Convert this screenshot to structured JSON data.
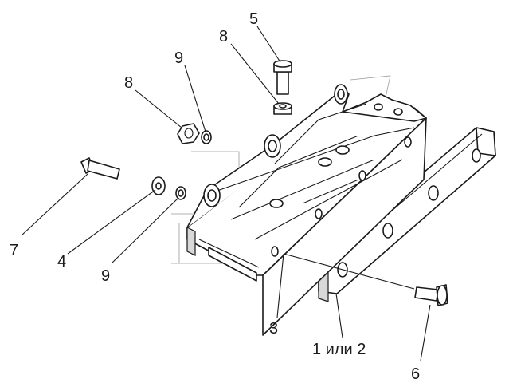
{
  "labels": {
    "l5": "5",
    "l8a": "8",
    "l9a": "9",
    "l8b": "8",
    "l7": "7",
    "l4": "4",
    "l9b": "9",
    "l3": "3",
    "l1": "1 или 2",
    "l6": "6"
  }
}
